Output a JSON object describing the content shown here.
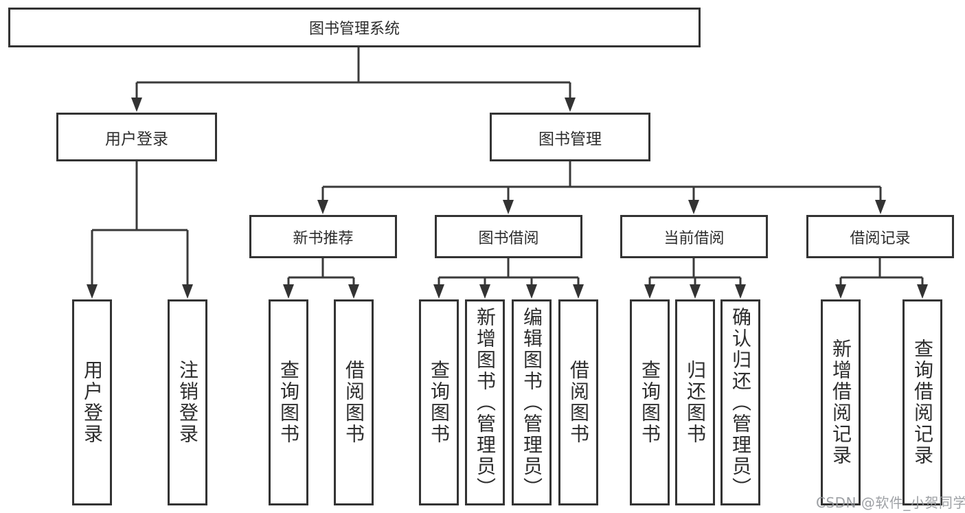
{
  "colors": {
    "background": "#ffffff",
    "line": "#3a3a3a",
    "box_border": "#333333",
    "text": "#2d2d2d",
    "watermark": "#94979b"
  },
  "tree": {
    "root": {
      "label": "图书管理系统"
    },
    "branches": [
      {
        "label": "用户登录",
        "children": [
          {
            "label": "用户登录"
          },
          {
            "label": "注销登录"
          }
        ]
      },
      {
        "label": "图书管理",
        "children": [
          {
            "label": "新书推荐",
            "children": [
              {
                "label": "查询图书"
              },
              {
                "label": "借阅图书"
              }
            ]
          },
          {
            "label": "图书借阅",
            "children": [
              {
                "label": "查询图书"
              },
              {
                "label": "新增图书（管理员）"
              },
              {
                "label": "编辑图书（管理员）"
              },
              {
                "label": "借阅图书"
              }
            ]
          },
          {
            "label": "当前借阅",
            "children": [
              {
                "label": "查询图书"
              },
              {
                "label": "归还图书"
              },
              {
                "label": "确认归还（管理员）"
              }
            ]
          },
          {
            "label": "借阅记录",
            "children": [
              {
                "label": "新增借阅记录"
              },
              {
                "label": "查询借阅记录"
              }
            ]
          }
        ]
      }
    ]
  },
  "watermark": {
    "text": "CSDN @软件_小贺同学"
  }
}
